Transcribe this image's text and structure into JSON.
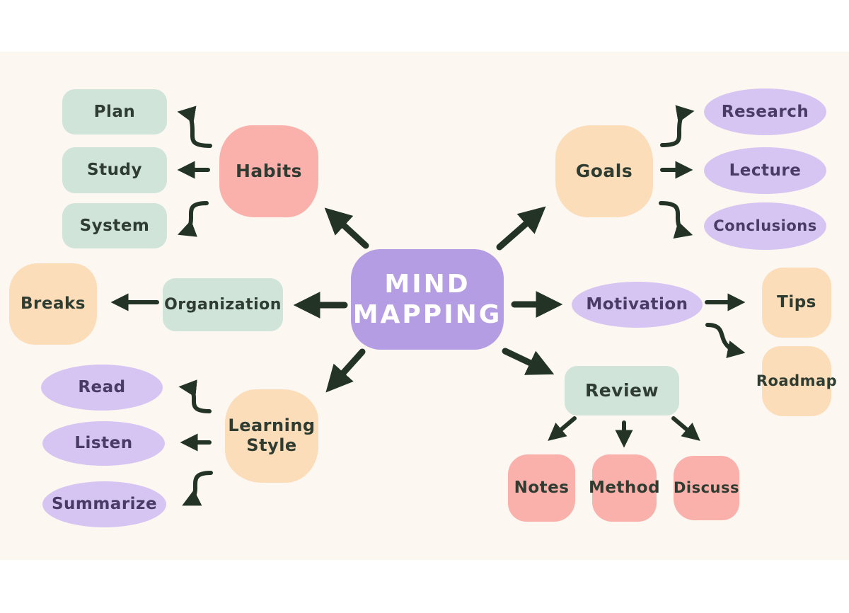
{
  "title": "Mind Mapping diagram",
  "palette": {
    "background": "#fcf7f0",
    "frame": "#ffffff",
    "center_fill": "#b49de2",
    "pink_fill": "#fab1ab",
    "mint_fill": "#d0e4da",
    "peach_fill": "#fcddb9",
    "lavender_fill": "#d6c5f2",
    "arrow": "#233427",
    "text_dark": "#2f3c31",
    "text_purple": "#493a66",
    "text_center": "#ffffff"
  },
  "center": {
    "line1": "MIND",
    "line2": "MAPPING"
  },
  "nodes": {
    "habits": {
      "label": "Habits"
    },
    "plan": {
      "label": "Plan"
    },
    "study": {
      "label": "Study"
    },
    "system": {
      "label": "System"
    },
    "goals": {
      "label": "Goals"
    },
    "research": {
      "label": "Research"
    },
    "lecture": {
      "label": "Lecture"
    },
    "conclusions": {
      "label": "Conclusions"
    },
    "breaks": {
      "label": "Breaks"
    },
    "organization": {
      "label": "Organization"
    },
    "motivation": {
      "label": "Motivation"
    },
    "tips": {
      "label": "Tips"
    },
    "roadmap": {
      "label": "Roadmap"
    },
    "review": {
      "label": "Review"
    },
    "notes": {
      "label": "Notes"
    },
    "method": {
      "label": "Method"
    },
    "discuss": {
      "label": "Discuss"
    },
    "learning_style": {
      "label": "Learning Style"
    },
    "read": {
      "label": "Read"
    },
    "listen": {
      "label": "Listen"
    },
    "summarize": {
      "label": "Summarize"
    }
  },
  "branches": [
    {
      "topic": "Habits",
      "children": [
        "Plan",
        "Study",
        "System"
      ]
    },
    {
      "topic": "Goals",
      "children": [
        "Research",
        "Lecture",
        "Conclusions"
      ]
    },
    {
      "topic": "Organization",
      "children": [
        "Breaks"
      ]
    },
    {
      "topic": "Motivation",
      "children": [
        "Tips",
        "Roadmap"
      ]
    },
    {
      "topic": "Learning Style",
      "children": [
        "Read",
        "Listen",
        "Summarize"
      ]
    },
    {
      "topic": "Review",
      "children": [
        "Notes",
        "Method",
        "Discuss"
      ]
    }
  ]
}
